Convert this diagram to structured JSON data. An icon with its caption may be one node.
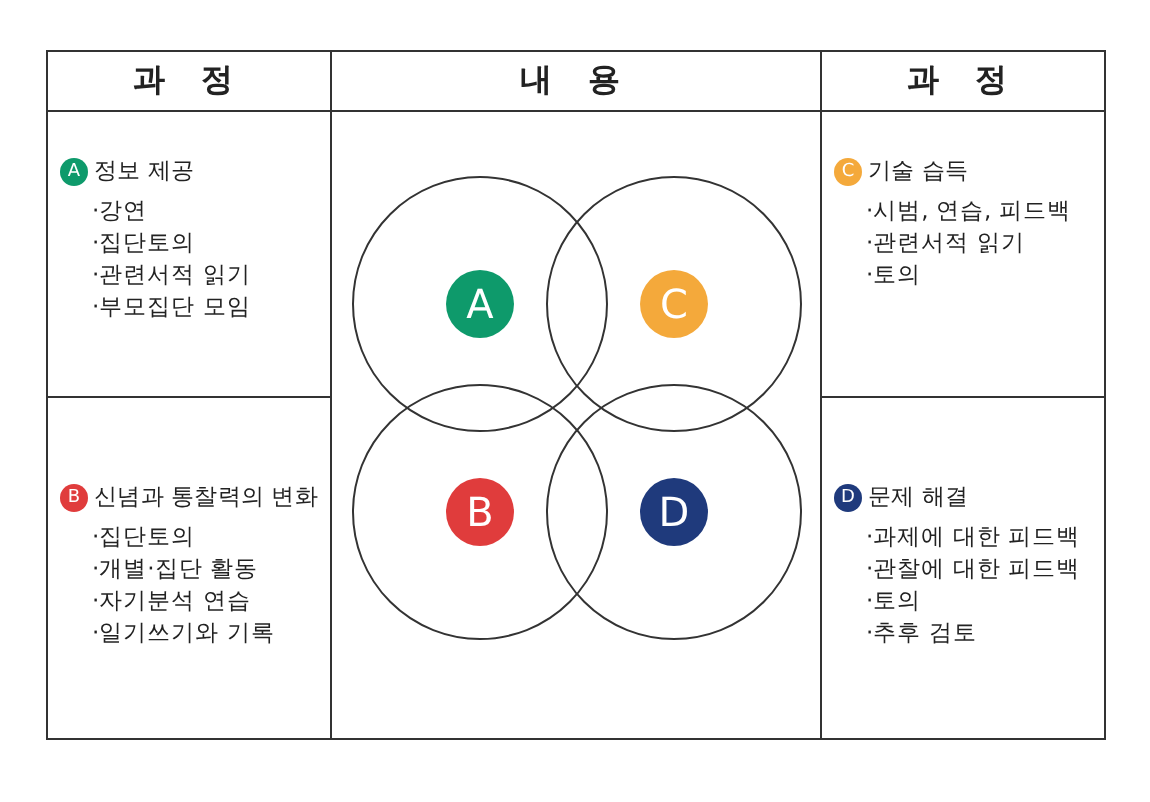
{
  "diagram": {
    "nodes": [
      {
        "text": [
          "과 정"
        ]
      },
      {
        "text": [
          "내 용"
        ]
      },
      {
        "text": [
          "과 정"
        ]
      },
      {
        "text": [
          "정보 제공",
          "·강연",
          "·집단토의",
          "·관련서적 읽기",
          "·부모집단 모임"
        ]
      },
      {
        "text": [
          "A"
        ],
        "in": 3
      },
      {
        "text": [],
        "shape": "box"
      },
      {
        "text": [
          "A"
        ],
        "in": 5
      },
      {
        "text": [
          "C"
        ],
        "in": 5
      },
      {
        "text": [
          "B"
        ],
        "in": 5
      },
      {
        "text": [
          "D"
        ],
        "in": 5
      },
      {
        "text": [
          "기술 습득",
          "·시범, 연습, 피드백",
          "·관련서적 읽기",
          "·토의"
        ]
      },
      {
        "text": [
          "C"
        ],
        "in": 10
      },
      {
        "text": [
          "신념과 통찰력의 변화",
          "·집단토의",
          "·개별·집단 활동",
          "·자기분석 연습",
          "·일기쓰기와 기록"
        ]
      },
      {
        "text": [
          "B"
        ],
        "in": 12
      },
      {
        "text": [
          "문제 해결",
          "·과제에 대한 피드백",
          "·관찰에 대한 피드백",
          "·토의",
          "·추후 검토"
        ]
      },
      {
        "text": [
          "D"
        ],
        "in": 14
      }
    ]
  }
}
